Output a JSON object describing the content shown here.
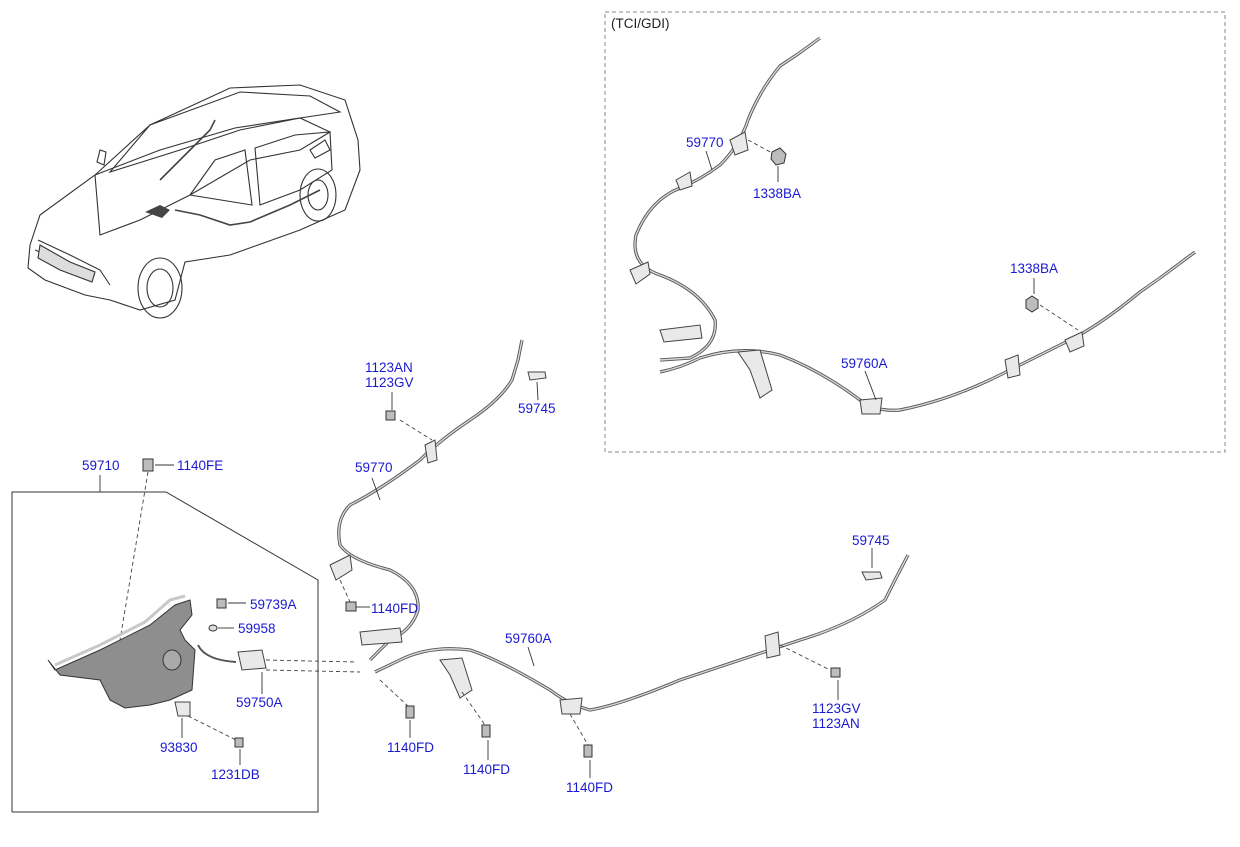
{
  "variant_box": {
    "label": "(TCI/GDI)"
  },
  "labels": {
    "l_59710": "59710",
    "l_1140FE": "1140FE",
    "l_1123AN_top": "1123AN",
    "l_1123GV_top": "1123GV",
    "l_59745_top": "59745",
    "l_59770": "59770",
    "l_1140FD_a": "1140FD",
    "l_59739A": "59739A",
    "l_59958": "59958",
    "l_59750A": "59750A",
    "l_93830": "93830",
    "l_1231DB": "1231DB",
    "l_1140FD_b": "1140FD",
    "l_1140FD_c": "1140FD",
    "l_1140FD_d": "1140FD",
    "l_59760A": "59760A",
    "l_59745_right": "59745",
    "l_1123GV_right": "1123GV",
    "l_1123AN_right": "1123AN",
    "l_59770_tci": "59770",
    "l_1338BA_a": "1338BA",
    "l_1338BA_b": "1338BA",
    "l_59760A_tci": "59760A"
  }
}
